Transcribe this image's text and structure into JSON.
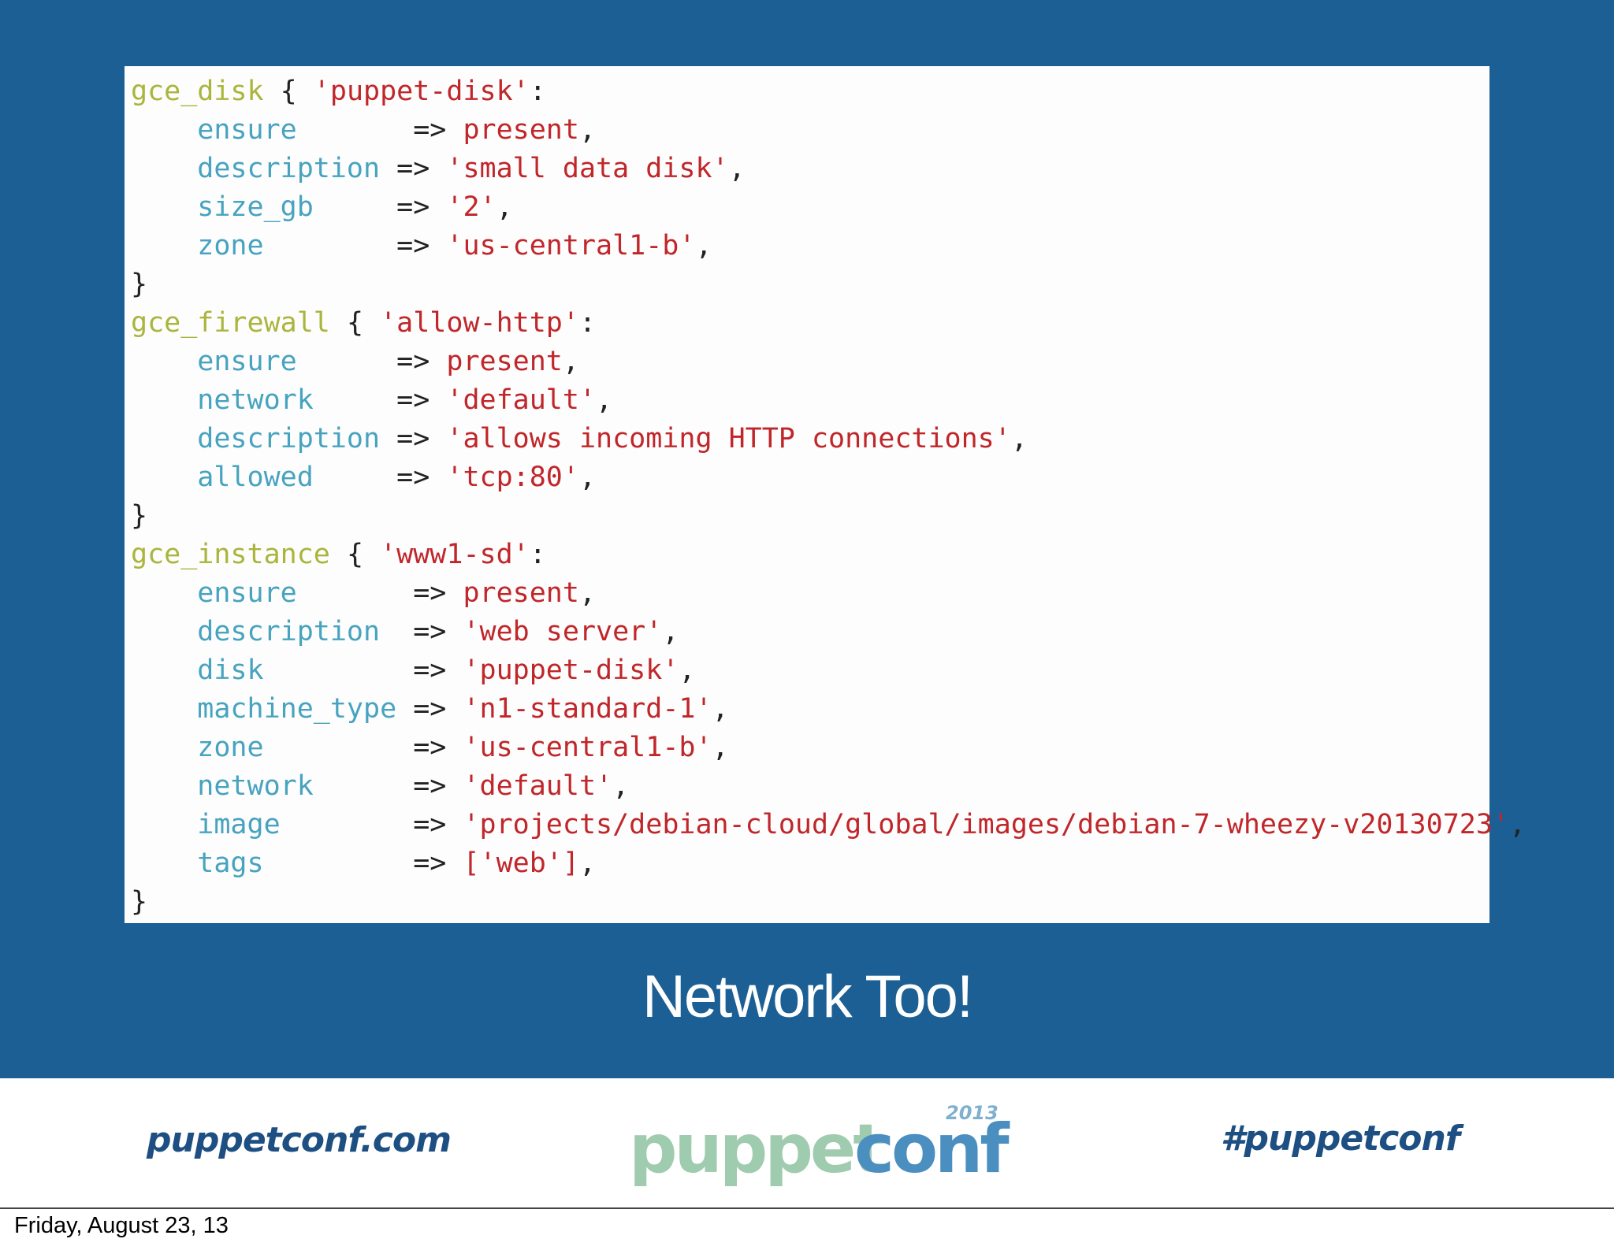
{
  "code": {
    "lines": [
      [
        {
          "t": "gce_disk",
          "c": "type"
        },
        {
          "t": " { ",
          "c": "punct"
        },
        {
          "t": "'puppet-disk'",
          "c": "string"
        },
        {
          "t": ":",
          "c": "punct"
        }
      ],
      [
        {
          "t": "    ensure      ",
          "c": "attr"
        },
        {
          "t": " => ",
          "c": "arrow"
        },
        {
          "t": "present",
          "c": "value"
        },
        {
          "t": ",",
          "c": "punct"
        }
      ],
      [
        {
          "t": "    description",
          "c": "attr"
        },
        {
          "t": " => ",
          "c": "arrow"
        },
        {
          "t": "'small data disk'",
          "c": "string"
        },
        {
          "t": ",",
          "c": "punct"
        }
      ],
      [
        {
          "t": "    size_gb    ",
          "c": "attr"
        },
        {
          "t": " => ",
          "c": "arrow"
        },
        {
          "t": "'2'",
          "c": "string"
        },
        {
          "t": ",",
          "c": "punct"
        }
      ],
      [
        {
          "t": "    zone       ",
          "c": "attr"
        },
        {
          "t": " => ",
          "c": "arrow"
        },
        {
          "t": "'us-central1-b'",
          "c": "string"
        },
        {
          "t": ",",
          "c": "punct"
        }
      ],
      [
        {
          "t": "}",
          "c": "punct"
        }
      ],
      [
        {
          "t": "gce_firewall",
          "c": "type"
        },
        {
          "t": " { ",
          "c": "punct"
        },
        {
          "t": "'allow-http'",
          "c": "string"
        },
        {
          "t": ":",
          "c": "punct"
        }
      ],
      [
        {
          "t": "    ensure     ",
          "c": "attr"
        },
        {
          "t": " => ",
          "c": "arrow"
        },
        {
          "t": "present",
          "c": "value"
        },
        {
          "t": ",",
          "c": "punct"
        }
      ],
      [
        {
          "t": "    network    ",
          "c": "attr"
        },
        {
          "t": " => ",
          "c": "arrow"
        },
        {
          "t": "'default'",
          "c": "string"
        },
        {
          "t": ",",
          "c": "punct"
        }
      ],
      [
        {
          "t": "    description",
          "c": "attr"
        },
        {
          "t": " => ",
          "c": "arrow"
        },
        {
          "t": "'allows incoming HTTP connections'",
          "c": "string"
        },
        {
          "t": ",",
          "c": "punct"
        }
      ],
      [
        {
          "t": "    allowed    ",
          "c": "attr"
        },
        {
          "t": " => ",
          "c": "arrow"
        },
        {
          "t": "'tcp:80'",
          "c": "string"
        },
        {
          "t": ",",
          "c": "punct"
        }
      ],
      [
        {
          "t": "}",
          "c": "punct"
        }
      ],
      [
        {
          "t": "gce_instance",
          "c": "type"
        },
        {
          "t": " { ",
          "c": "punct"
        },
        {
          "t": "'www1-sd'",
          "c": "string"
        },
        {
          "t": ":",
          "c": "punct"
        }
      ],
      [
        {
          "t": "    ensure      ",
          "c": "attr"
        },
        {
          "t": " => ",
          "c": "arrow"
        },
        {
          "t": "present",
          "c": "value"
        },
        {
          "t": ",",
          "c": "punct"
        }
      ],
      [
        {
          "t": "    description ",
          "c": "attr"
        },
        {
          "t": " => ",
          "c": "arrow"
        },
        {
          "t": "'web server'",
          "c": "string"
        },
        {
          "t": ",",
          "c": "punct"
        }
      ],
      [
        {
          "t": "    disk        ",
          "c": "attr"
        },
        {
          "t": " => ",
          "c": "arrow"
        },
        {
          "t": "'puppet-disk'",
          "c": "string"
        },
        {
          "t": ",",
          "c": "punct"
        }
      ],
      [
        {
          "t": "    machine_type",
          "c": "attr"
        },
        {
          "t": " => ",
          "c": "arrow"
        },
        {
          "t": "'n1-standard-1'",
          "c": "string"
        },
        {
          "t": ",",
          "c": "punct"
        }
      ],
      [
        {
          "t": "    zone        ",
          "c": "attr"
        },
        {
          "t": " => ",
          "c": "arrow"
        },
        {
          "t": "'us-central1-b'",
          "c": "string"
        },
        {
          "t": ",",
          "c": "punct"
        }
      ],
      [
        {
          "t": "    network     ",
          "c": "attr"
        },
        {
          "t": " => ",
          "c": "arrow"
        },
        {
          "t": "'default'",
          "c": "string"
        },
        {
          "t": ",",
          "c": "punct"
        }
      ],
      [
        {
          "t": "    image       ",
          "c": "attr"
        },
        {
          "t": " => ",
          "c": "arrow"
        },
        {
          "t": "'projects/debian-cloud/global/images/debian-7-wheezy-v20130723'",
          "c": "string"
        },
        {
          "t": ",",
          "c": "punct"
        }
      ],
      [
        {
          "t": "    tags        ",
          "c": "attr"
        },
        {
          "t": " => ",
          "c": "arrow"
        },
        {
          "t": "['web']",
          "c": "string"
        },
        {
          "t": ",",
          "c": "punct"
        }
      ],
      [
        {
          "t": "}",
          "c": "punct"
        }
      ]
    ]
  },
  "slide": {
    "title": "Network Too!"
  },
  "footer": {
    "website": "puppetconf.com",
    "hashtag": "#puppetconf",
    "logo": {
      "year": "2013",
      "word_left": "puppet",
      "word_right": "conf"
    }
  },
  "footnote": "Friday, August 23, 13",
  "colors": {
    "slide_background": "#1c5f94",
    "type": "#aab53c",
    "attribute": "#47a3bf",
    "string": "#c0262a",
    "footer_text": "#1d4f82"
  }
}
